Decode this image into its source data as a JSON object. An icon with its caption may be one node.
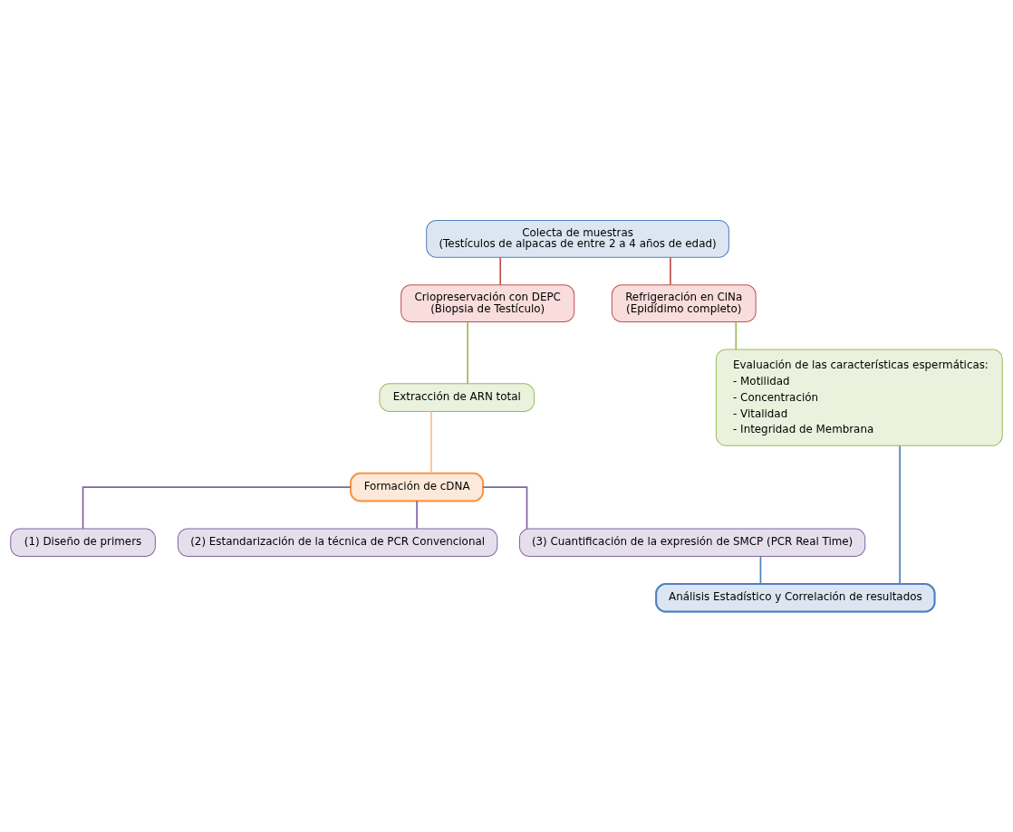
{
  "diagram": {
    "nodes": [
      {
        "text": [
          "Colecta de muestras",
          "(Testículos de alpacas de entre 2 a 4 años de edad)"
        ]
      },
      {
        "text": [
          "Criopreservación con DEPC",
          "(Biopsia de Testículo)"
        ]
      },
      {
        "text": [
          "Refrigeración en ClNa",
          "(Epidídimo completo)"
        ]
      },
      {
        "text": [
          "Extracción de ARN total"
        ]
      },
      {
        "text": [
          "Formación de cDNA"
        ]
      },
      {
        "text": [
          "Evaluación de las características espermáticas:",
          "- Motilidad",
          "- Concentración",
          "- Vitalidad",
          "- Integridad de Membrana"
        ]
      },
      {
        "text": [
          "(1) Diseño de primers"
        ]
      },
      {
        "text": [
          "(2) Estandarización de la técnica de PCR Convencional"
        ]
      },
      {
        "text": [
          "(3) Cuantificación de la expresión de SMCP (PCR Real Time)"
        ]
      },
      {
        "text": [
          "Análisis Estadístico y Correlación de resultados"
        ]
      }
    ],
    "edges": [
      {
        "from": 0,
        "to": 1,
        "arrow": "none",
        "color": "#c0504d"
      },
      {
        "from": 0,
        "to": 2,
        "arrow": "none",
        "color": "#c0504d"
      },
      {
        "from": 1,
        "to": 3,
        "arrow": "none",
        "color": "#9bbb59"
      },
      {
        "from": 2,
        "to": 5,
        "arrow": "none",
        "color": "#9bbb59"
      },
      {
        "from": 3,
        "to": 4,
        "arrow": "none",
        "color": "#fac090"
      },
      {
        "from": 4,
        "to": 6,
        "arrow": "none",
        "color": "#8064a2"
      },
      {
        "from": 4,
        "to": 7,
        "arrow": "none",
        "color": "#8064a2"
      },
      {
        "from": 4,
        "to": 8,
        "arrow": "none",
        "color": "#8064a2"
      },
      {
        "from": 8,
        "to": 9,
        "arrow": "none",
        "color": "#4f81bd"
      },
      {
        "from": 5,
        "to": 9,
        "arrow": "none",
        "color": "#4f81bd"
      }
    ]
  }
}
